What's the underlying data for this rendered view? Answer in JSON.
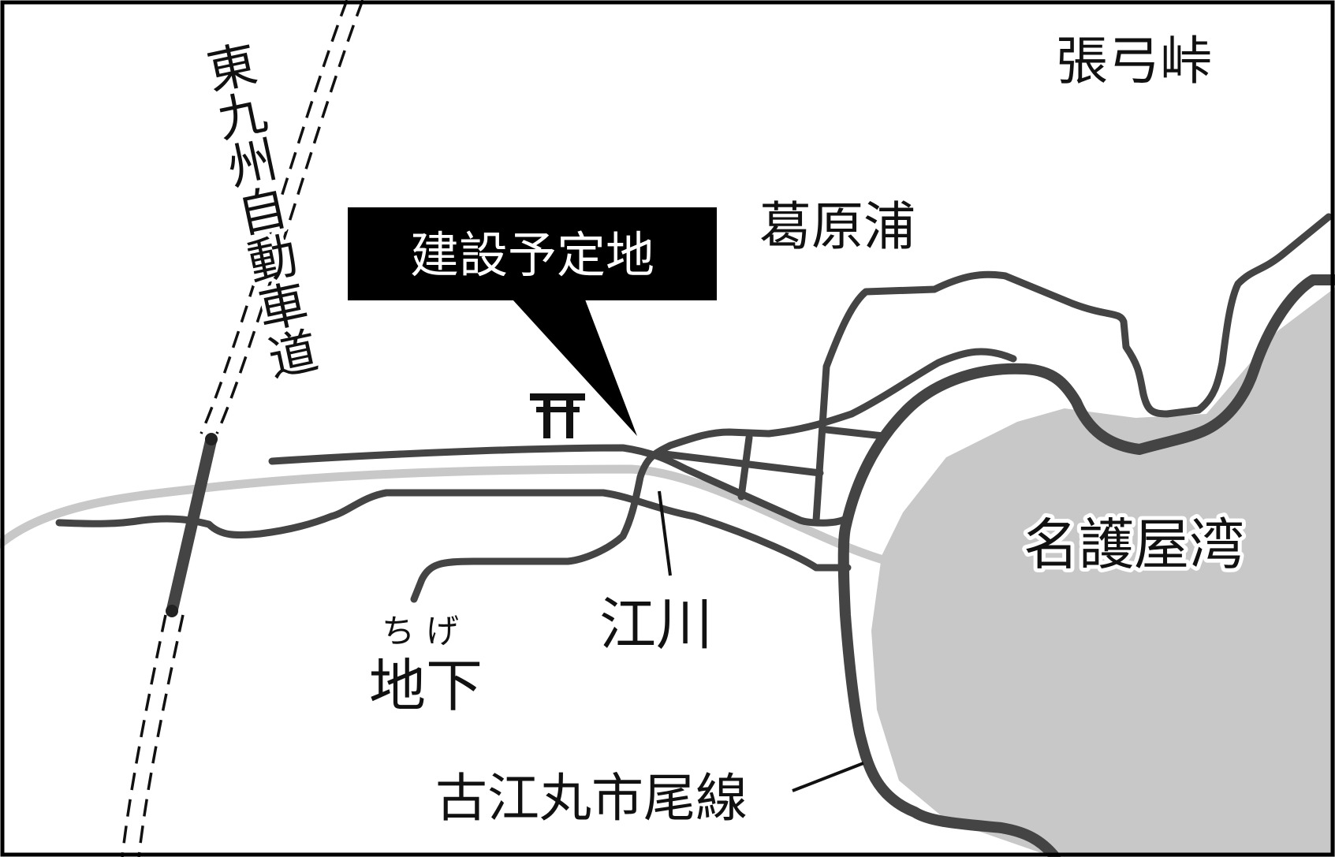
{
  "map": {
    "labels": {
      "highway": "東九州自動車道",
      "pass": "張弓峠",
      "area_kuzuharaura": "葛原浦",
      "construction_site": "建設予定地",
      "place_chige_ruby": "ちげ",
      "place_chige": "地下",
      "river_egawa": "江川",
      "bay_nagoya": "名護屋湾",
      "route_koemaru": "古江丸市尾線"
    },
    "symbols": {
      "shrine": "torii-icon"
    },
    "colors": {
      "road": "#444444",
      "water": "#c8c8c8",
      "callout": "#000000",
      "frame": "#000000"
    }
  }
}
